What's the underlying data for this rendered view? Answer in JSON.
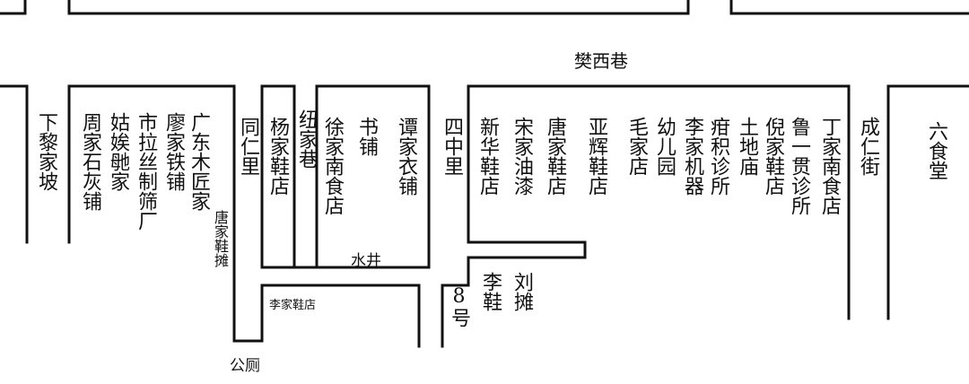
{
  "map": {
    "streets": {
      "fanxi_lane": "樊西巷",
      "xiali_jiapo": "下黎家坡",
      "tongren_li": "同仁里",
      "niujia_lane": "纽家巷",
      "sizhong_li": "四中里",
      "chengren_street": "成仁街"
    },
    "places": {
      "zhoujia_lime_shop": "周家石灰铺",
      "gudi_zijia": "姑娭毑家",
      "city_silk_sieve_factory": "市拉丝制筛厂",
      "liaojia_iron_shop": "廖家铁铺",
      "guangdong_carpenter": "广东木匠家",
      "tangjia_shoe_stall": "唐家鞋摊",
      "yangjia_shoe_store": "杨家鞋店",
      "xujia_southern_food": "徐家南食店",
      "bookshop": "书铺",
      "tanjia_clothing": "谭家衣铺",
      "water_well": "水井",
      "lijia_shoe_store": "李家鞋店",
      "public_toilet": "公厕",
      "xinhua_shoe_store": "新华鞋店",
      "songjia_paint": "宋家油漆",
      "tangjia_shoe_store": "唐家鞋店",
      "yahui_shoe_store": "亚辉鞋店",
      "maojia_store": "毛家店",
      "kindergarten": "幼儿园",
      "lijia_machinery": "李家机器",
      "jiji_clinic": "疳积诊所",
      "tudi_temple": "土地庙",
      "nijia_shoe_store": "倪家鞋店",
      "lu_yiguan_clinic": "鲁一贯诊所",
      "dingjia_southern_food": "丁家南食店",
      "no8": "8号",
      "li_shoe": "李鞋",
      "liu_stall": "刘摊",
      "sixth_canteen": "六食堂"
    },
    "colors": {
      "line": "#111111",
      "background": "#ffffff"
    }
  }
}
